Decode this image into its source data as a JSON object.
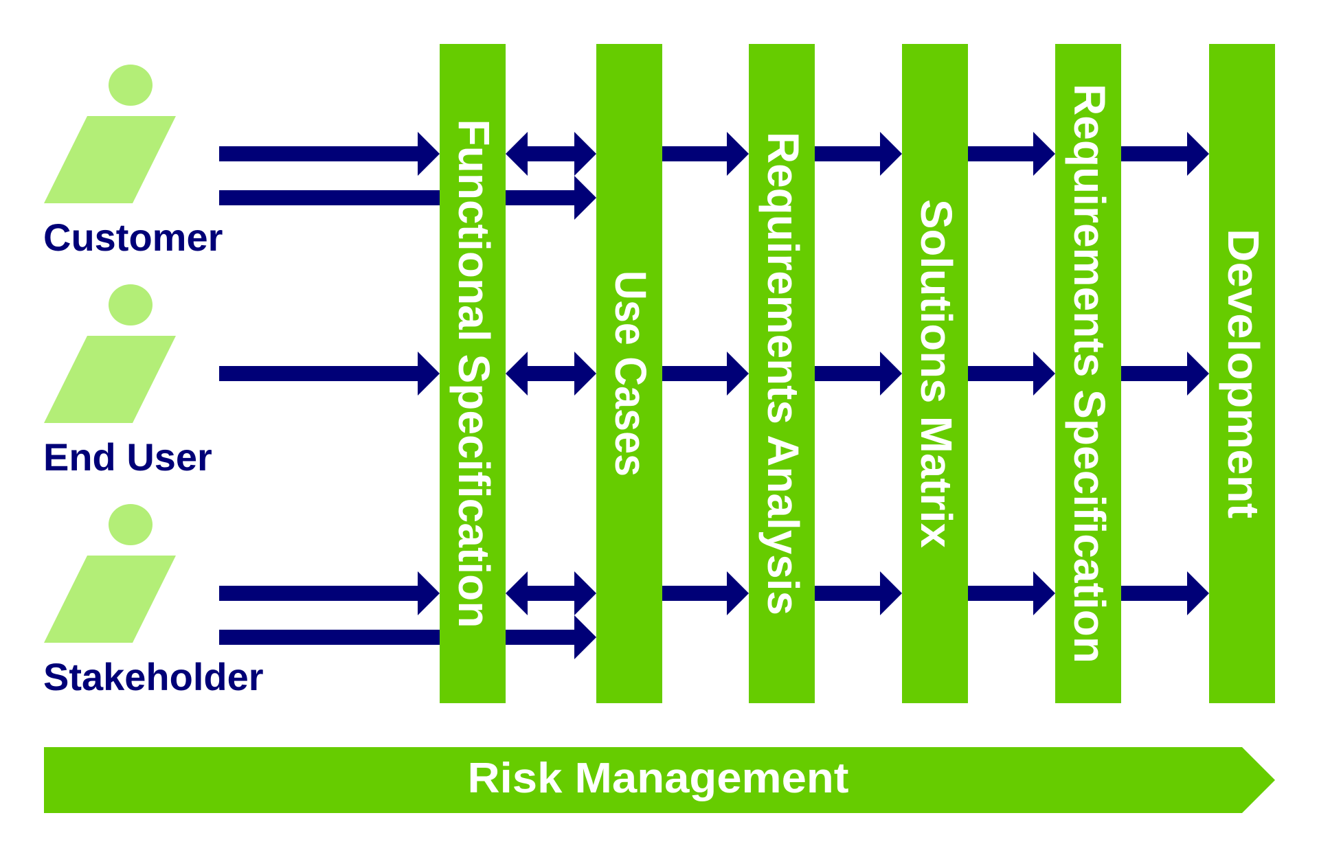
{
  "colors": {
    "stage_green": "#66CC00",
    "actor_green": "#B3EE77",
    "arrow_navy": "#000077",
    "label_navy": "#000077",
    "text_white": "#FFFFFF"
  },
  "actors": [
    {
      "id": "customer",
      "label": "Customer",
      "icon": "person-icon"
    },
    {
      "id": "end-user",
      "label": "End User",
      "icon": "person-icon"
    },
    {
      "id": "stakeholder",
      "label": "Stakeholder",
      "icon": "person-icon"
    }
  ],
  "stages": [
    {
      "id": "functional-specification",
      "label": "Functional Specification"
    },
    {
      "id": "use-cases",
      "label": "Use Cases"
    },
    {
      "id": "requirements-analysis",
      "label": "Requirements Analysis"
    },
    {
      "id": "solutions-matrix",
      "label": "Solutions Matrix"
    },
    {
      "id": "requirements-specification",
      "label": "Requirements Specification"
    },
    {
      "id": "development",
      "label": "Development"
    }
  ],
  "risk_bar": {
    "label": "Risk Management",
    "icon": "chevron-arrow-right"
  },
  "flows": [
    {
      "actor": "customer",
      "to_stages": [
        "functional-specification",
        "use-cases"
      ],
      "bidirectional_between": [
        "functional-specification",
        "use-cases"
      ],
      "chain": [
        "use-cases",
        "requirements-analysis",
        "solutions-matrix",
        "requirements-specification",
        "development"
      ]
    },
    {
      "actor": "end-user",
      "to_stages": [
        "functional-specification"
      ],
      "bidirectional_between": [
        "functional-specification",
        "use-cases"
      ],
      "chain": [
        "use-cases",
        "requirements-analysis",
        "solutions-matrix",
        "requirements-specification",
        "development"
      ]
    },
    {
      "actor": "stakeholder",
      "to_stages": [
        "functional-specification",
        "use-cases"
      ],
      "bidirectional_between": [
        "functional-specification",
        "use-cases"
      ],
      "chain": [
        "use-cases",
        "requirements-analysis",
        "solutions-matrix",
        "requirements-specification",
        "development"
      ]
    }
  ]
}
